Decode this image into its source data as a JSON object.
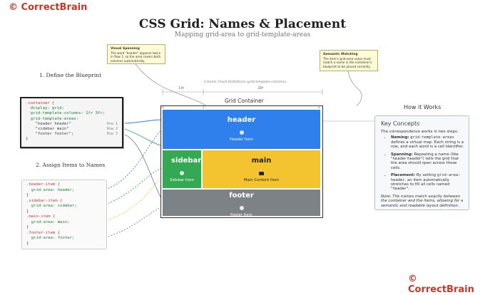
{
  "brand": {
    "top": "© CorrectBrain",
    "bottom": "© CorrectBrain"
  },
  "title": "CSS Grid: Names & Placement",
  "subtitle": "Mapping grid-area to grid-template-areas",
  "sections": {
    "define": "1. Define the Blueprint",
    "assign": "2. Assign Items to Names"
  },
  "blueprint_code": {
    "line1": ".container {",
    "line2": "  display: grid;",
    "line3": "  grid-template-columns: 1fr 3fr;",
    "line4": "  grid-template-areas:",
    "line5": "    \"header header\"",
    "line6": "    \"sidebar main\"",
    "line7": "    \"footer footer\";",
    "line8": "}",
    "row1": "Row 1",
    "row2": "Row 2",
    "row3": "Row 3"
  },
  "items_code": {
    "l1": ".header-item {",
    "l2": "  grid-area: header;",
    "l3": "}",
    "l4": ".sidebar-item {",
    "l5": "  grid-area: sidebar;",
    "l6": "}",
    "l7": ".main-item {",
    "l8": "  grid-area: main;",
    "l9": "}",
    "l10": ".footer-item {",
    "l11": "  grid-area: footer;",
    "l12": "}"
  },
  "note_visual": {
    "title": "Visual Spanning",
    "body": "The word \"header\" appears twice in Row 1, so the area covers both columns automatically."
  },
  "note_semantic": {
    "title": "Semantic Matching",
    "body": "The item's grid-area value must match a name in the container's blueprint to be placed correctly."
  },
  "track_defs": "Column Track Definitions (grid-template-columns)",
  "col1": "1fr",
  "col2": "3fr",
  "grid_container": "Grid Container",
  "grid_lines": {
    "n1": "1",
    "n2": "2",
    "n3": "3"
  },
  "areas": {
    "header": {
      "name": "header",
      "label": "Header Item"
    },
    "sidebar": {
      "name": "sidebar",
      "label": "Sidebar Item"
    },
    "main": {
      "name": "main",
      "label": "Main Content Item"
    },
    "footer": {
      "name": "footer",
      "label": "Footer Item"
    }
  },
  "how_it_works": "How it Works",
  "concepts": {
    "heading": "Key Concepts",
    "intro": "The correspondence works in two steps:",
    "naming_lbl": "Naming:",
    "naming_code": "grid-template-areas",
    "naming_rest": "defines a virtual map. Each string is a row, and each word is a cell identifier.",
    "spanning_lbl": "Spanning:",
    "spanning_rest": "Repeating a name (like \"header header\") tells the grid that the area should span across those cells.",
    "placement_lbl": "Placement:",
    "placement_pre": "By setting",
    "placement_code": "grid-area: header",
    "placement_rest": ", an item automatically stretches to fill all cells named \"header\".",
    "note": "Note: The names match exactly between the container and the items, allowing for a semantic and readable layout definition."
  },
  "colors": {
    "header": "#2f80ed",
    "sidebar": "#34a853",
    "main": "#f4c430",
    "footer": "#7d8287",
    "brand": "#c0392b"
  }
}
